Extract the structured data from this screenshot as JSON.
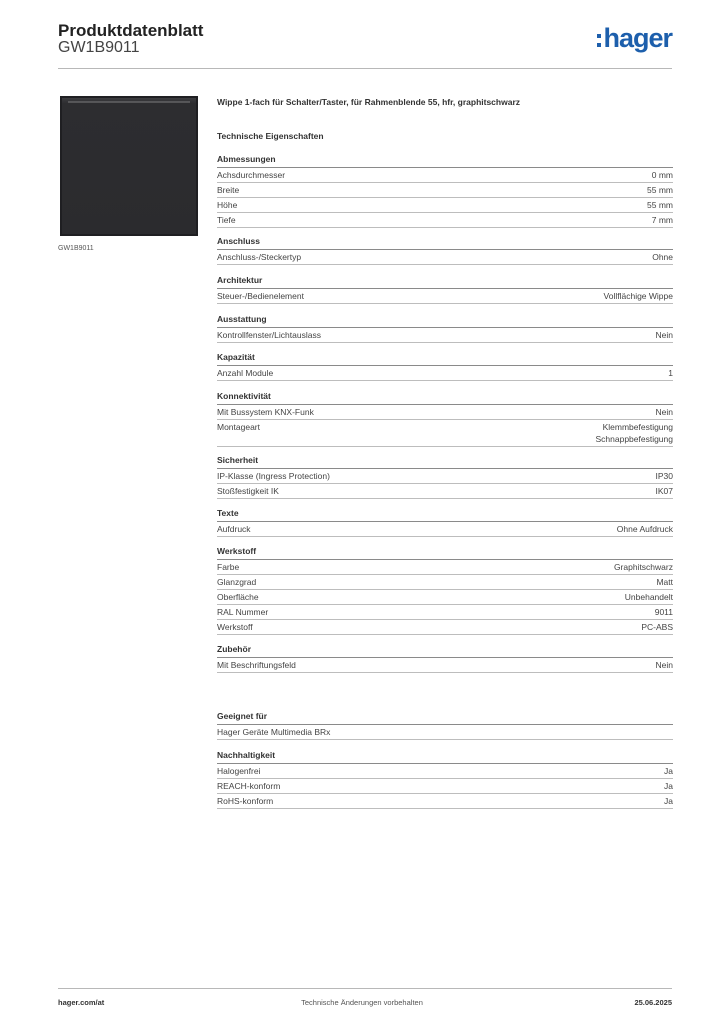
{
  "header": {
    "title": "Produktdatenblatt",
    "code": "GW1B9011",
    "brand": "hager",
    "brand_color": "#1d5fac"
  },
  "image_caption": "GW1B9011",
  "description": "Wippe 1-fach für Schalter/Taster, für Rahmenblende 55, hfr, graphitschwarz",
  "section_title": "Technische Eigenschaften",
  "groups": [
    {
      "title": "Abmessungen",
      "rows": [
        {
          "label": "Achsdurchmesser",
          "value": "0 mm"
        },
        {
          "label": "Breite",
          "value": "55 mm"
        },
        {
          "label": "Höhe",
          "value": "55 mm"
        },
        {
          "label": "Tiefe",
          "value": "7 mm"
        }
      ]
    },
    {
      "title": "Anschluss",
      "rows": [
        {
          "label": "Anschluss-/Steckertyp",
          "value": "Ohne"
        }
      ]
    },
    {
      "title": "Architektur",
      "rows": [
        {
          "label": "Steuer-/Bedienelement",
          "value": "Vollflächige Wippe"
        }
      ]
    },
    {
      "title": "Ausstattung",
      "rows": [
        {
          "label": "Kontrollfenster/Lichtauslass",
          "value": "Nein"
        }
      ]
    },
    {
      "title": "Kapazität",
      "rows": [
        {
          "label": "Anzahl Module",
          "value": "1"
        }
      ]
    },
    {
      "title": "Konnektivität",
      "rows": [
        {
          "label": "Mit Bussystem KNX-Funk",
          "value": "Nein"
        },
        {
          "label": "Montageart",
          "value": "Klemmbefestigung",
          "value2": "Schnappbefestigung"
        }
      ]
    },
    {
      "title": "Sicherheit",
      "rows": [
        {
          "label": "IP-Klasse (Ingress Protection)",
          "value": "IP30"
        },
        {
          "label": "Stoßfestigkeit IK",
          "value": "IK07"
        }
      ]
    },
    {
      "title": "Texte",
      "rows": [
        {
          "label": "Aufdruck",
          "value": "Ohne Aufdruck"
        }
      ]
    },
    {
      "title": "Werkstoff",
      "rows": [
        {
          "label": "Farbe",
          "value": "Graphitschwarz"
        },
        {
          "label": "Glanzgrad",
          "value": "Matt"
        },
        {
          "label": "Oberfläche",
          "value": "Unbehandelt"
        },
        {
          "label": "RAL Nummer",
          "value": "9011"
        },
        {
          "label": "Werkstoff",
          "value": "PC-ABS"
        }
      ]
    },
    {
      "title": "Zubehör",
      "rows": [
        {
          "label": "Mit Beschriftungsfeld",
          "value": "Nein"
        }
      ]
    },
    {
      "title": "Geeignet für",
      "rows": [
        {
          "label": "Hager Geräte Multimedia BRx",
          "value": ""
        }
      ]
    },
    {
      "title": "Nachhaltigkeit",
      "rows": [
        {
          "label": "Halogenfrei",
          "value": "Ja"
        },
        {
          "label": "REACH-konform",
          "value": "Ja"
        },
        {
          "label": "RoHS-konform",
          "value": "Ja"
        }
      ]
    }
  ],
  "footer": {
    "left": "hager.com/at",
    "center": "Technische Änderungen vorbehalten",
    "date": "25.06.2025"
  }
}
